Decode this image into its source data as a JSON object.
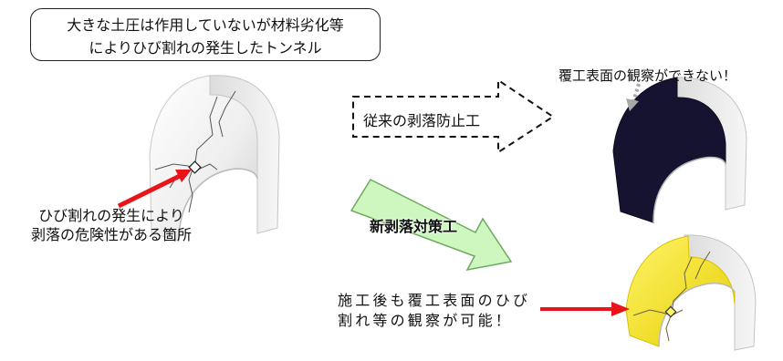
{
  "title_box": {
    "line1": "大きな土圧は作用していないが材料劣化等",
    "line2": "によりひび割れの発生したトンネル"
  },
  "conventional_label": "従来の剥落防止工",
  "new_method_label": "新剥落対策工",
  "cannot_observe_label": "覆工表面の観察ができない！",
  "left_caption": {
    "line1": "ひび割れの発生により",
    "line2": "剥落の危険性がある箇所"
  },
  "right_caption": {
    "line1": "施工後も覆工表面のひび",
    "line2": "割れ等の観察が可能！"
  },
  "colors": {
    "red_arrow": "#e8141a",
    "green_arrow": "#cdf7bf",
    "dark_liner": "#161331",
    "yellow_liner": "#f2e01a",
    "tunnel_gray": "#e4e4e4"
  }
}
